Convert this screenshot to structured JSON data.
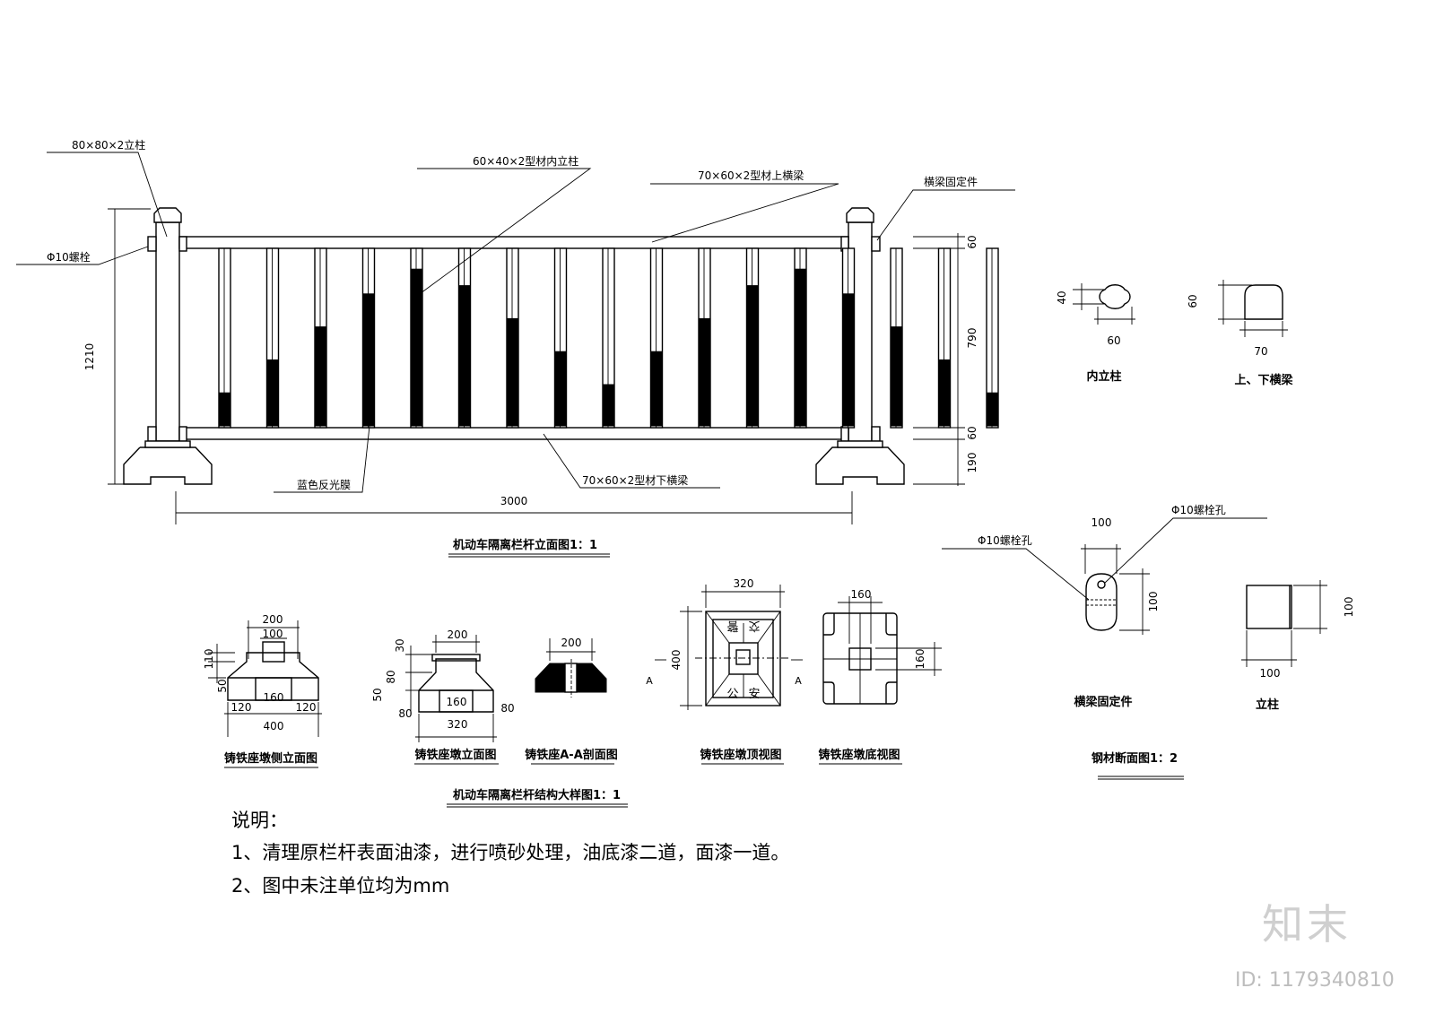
{
  "elevation": {
    "labels": {
      "post": "80×80×2立柱",
      "inner_post": "60×40×2型材内立柱",
      "top_rail": "70×60×2型材上横梁",
      "rail_fixing": "横梁固定件",
      "bolt": "Φ10螺栓",
      "reflective_film": "蓝色反光膜",
      "bottom_rail": "70×60×2型材下横梁"
    },
    "dims": {
      "total_height": "1210",
      "span": "3000",
      "top": "60",
      "mid": "790",
      "low": "60",
      "base": "190"
    },
    "caption": "机动车隔离栏杆立面图1：1"
  },
  "sections_small": {
    "inner_post": {
      "h": "40",
      "w": "60",
      "caption": "内立柱"
    },
    "rail": {
      "h": "60",
      "w": "70",
      "caption": "上、下横梁"
    }
  },
  "fixing_section": {
    "w": "100",
    "h": "100",
    "hole_a": "Φ10螺栓孔",
    "hole_b": "Φ10螺栓孔",
    "caption": "横梁固定件"
  },
  "post_section": {
    "w": "100",
    "h": "100",
    "caption": "立柱"
  },
  "steel_caption": "钢材断面图1：2",
  "base_details": {
    "side": {
      "top": "200",
      "inner": "100",
      "h1": "110",
      "h2": "50",
      "left": "120",
      "mid": "160",
      "right": "120",
      "total": "400",
      "caption": "铸铁座墩侧立面图"
    },
    "front": {
      "top": "200",
      "h1": "30",
      "h2": "80",
      "h3": "50",
      "h4": "80",
      "mid": "160",
      "side": "80",
      "total": "320",
      "caption": "铸铁座墩立面图"
    },
    "section": {
      "top": "200",
      "caption": "铸铁座A-A剖面图"
    },
    "plan_top": {
      "w": "320",
      "h": "400",
      "cut": "A",
      "chars": [
        "警",
        "交",
        "公",
        "安"
      ],
      "caption": "铸铁座墩顶视图"
    },
    "plan_bottom": {
      "w": "160",
      "h": "160",
      "caption": "铸铁座墩底视图"
    }
  },
  "structure_caption": "机动车隔离栏杆结构大样图1：1",
  "notes": {
    "title": "说明：",
    "items": [
      "1、清理原栏杆表面油漆，进行喷砂处理，油底漆二道，面漆一道。",
      "2、图中未注单位均为mm"
    ]
  },
  "watermark": {
    "brand": "知末",
    "id": "ID: 1179340810"
  },
  "reflective_levels": [
    0.2,
    0.4,
    0.6,
    0.8,
    0.95,
    0.85,
    0.65,
    0.45,
    0.25,
    0.45,
    0.65,
    0.85,
    0.95,
    0.8,
    0.6,
    0.4,
    0.2
  ]
}
